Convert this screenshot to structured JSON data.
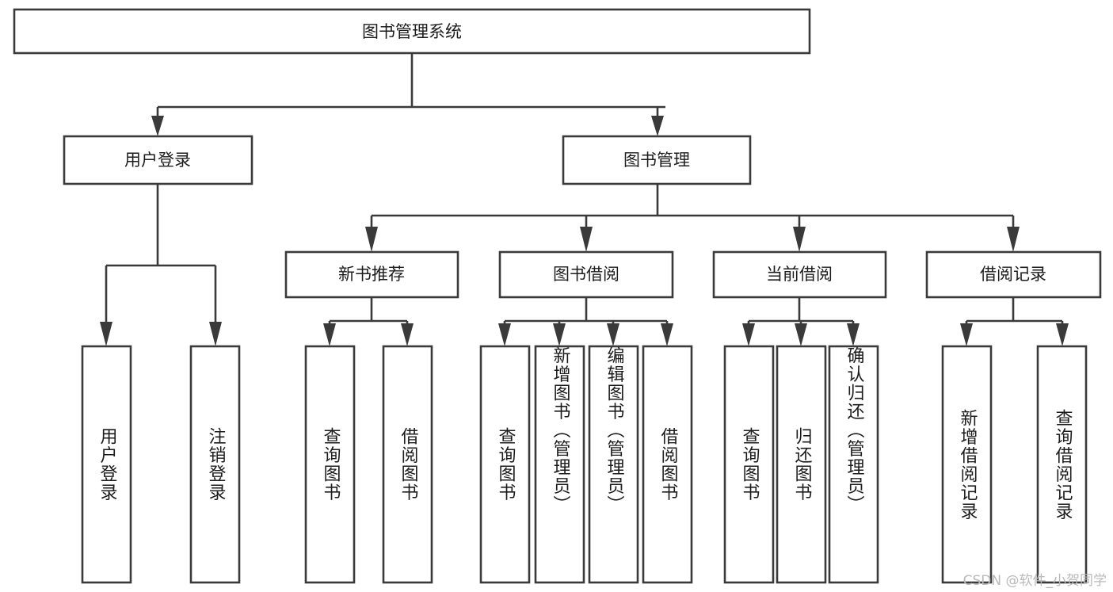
{
  "diagram": {
    "title": "图书管理系统",
    "type": "hierarchy-tree",
    "orientation": "top-down",
    "colors": {
      "box_fill": "#ffffff",
      "box_stroke": "#3a3a3a",
      "text": "#1c1c1c",
      "background": "#ffffff",
      "watermark": "#b9b9b9"
    },
    "root": {
      "label": "图书管理系统"
    },
    "level2": [
      {
        "label": "用户登录"
      },
      {
        "label": "图书管理"
      }
    ],
    "level3": [
      {
        "label": "新书推荐"
      },
      {
        "label": "图书借阅"
      },
      {
        "label": "当前借阅"
      },
      {
        "label": "借阅记录"
      }
    ],
    "leaves": {
      "user_login": [
        {
          "label": "用户登录"
        },
        {
          "label": "注销登录"
        }
      ],
      "new_book_recommend": [
        {
          "label": "查询图书"
        },
        {
          "label": "借阅图书"
        }
      ],
      "book_borrow": [
        {
          "label": "查询图书"
        },
        {
          "label": "新增图书（管理员）"
        },
        {
          "label": "编辑图书（管理员）"
        },
        {
          "label": "借阅图书"
        }
      ],
      "current_borrow": [
        {
          "label": "查询图书"
        },
        {
          "label": "归还图书"
        },
        {
          "label": "确认归还（管理员）"
        }
      ],
      "borrow_record": [
        {
          "label": "新增借阅记录"
        },
        {
          "label": "查询借阅记录"
        }
      ]
    }
  },
  "watermark": {
    "text": "CSDN @软件_小贺同学"
  }
}
